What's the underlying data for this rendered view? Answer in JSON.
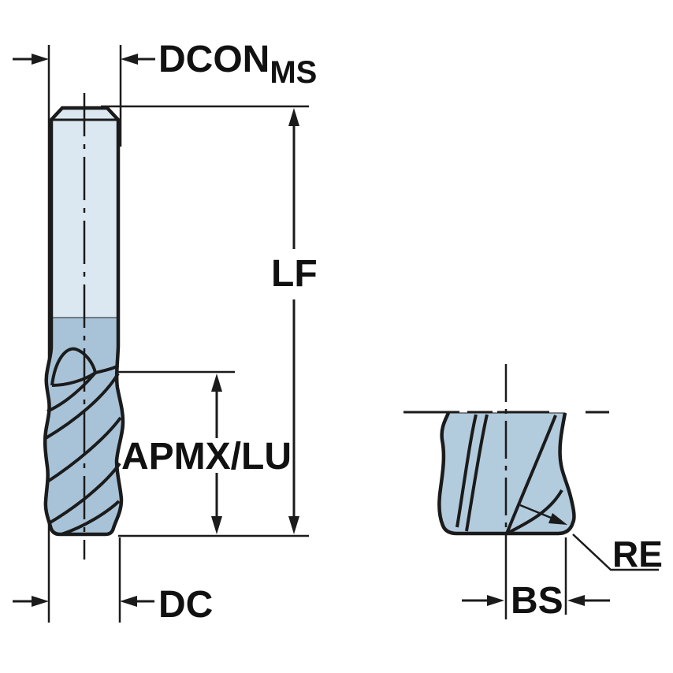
{
  "colors": {
    "background": "#ffffff",
    "line": "#1b1b1b",
    "text": "#111111",
    "shank_fill": "#dbe8f1",
    "flute_fill": "#a8c3d8",
    "detail_fill": "#b2cbdd"
  },
  "labels": {
    "dcon_main": "DCON",
    "dcon_sub": "MS",
    "lf": "LF",
    "apmx_lu": "APMX/LU",
    "dc": "DC",
    "bs": "BS",
    "re": "RE"
  }
}
